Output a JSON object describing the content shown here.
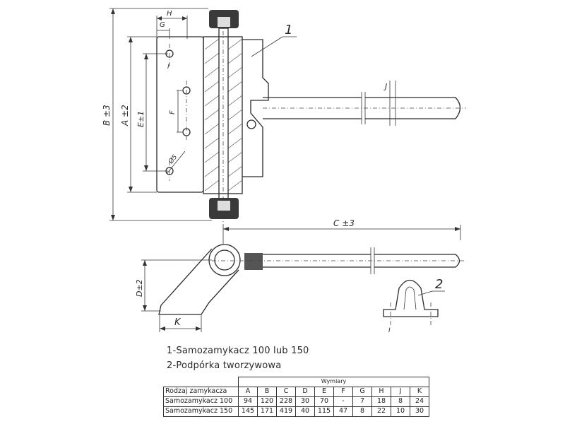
{
  "callouts": {
    "part1": "1",
    "part2": "2"
  },
  "dimension_labels": {
    "H": "H",
    "G": "G",
    "J": "J",
    "F": "F",
    "A": "A ±2",
    "B": "B ±3",
    "E": "E±1",
    "hole": "Ø5",
    "C": "C ±3",
    "D": "D±2",
    "K": "K",
    "marker_top": "I",
    "marker_support": "I"
  },
  "legend": {
    "item1": "1-Samozamykacz 100 lub 150",
    "item2": "2-Podpórka tworzywowa"
  },
  "table": {
    "group_header": "Wymiary",
    "row_header": "Rodzaj zamykacza",
    "columns": [
      "A",
      "B",
      "C",
      "D",
      "E",
      "F",
      "G",
      "H",
      "J",
      "K"
    ],
    "rows": [
      {
        "name": "Samozamykacz 100",
        "values": [
          "94",
          "120",
          "228",
          "30",
          "70",
          "-",
          "7",
          "18",
          "8",
          "24"
        ]
      },
      {
        "name": "Samozamykacz 150",
        "values": [
          "145",
          "171",
          "419",
          "40",
          "115",
          "47",
          "8",
          "22",
          "10",
          "30"
        ]
      }
    ]
  }
}
